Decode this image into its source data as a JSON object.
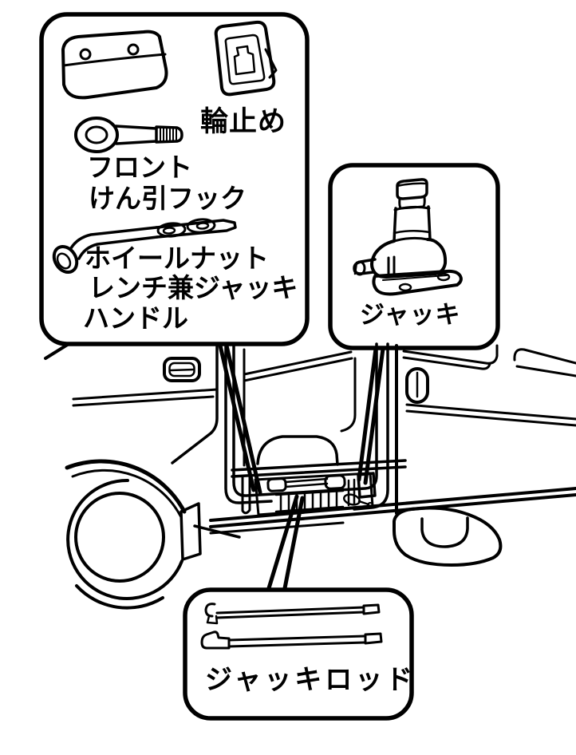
{
  "page": {
    "background_color": "#ffffff",
    "line_color": "#000000"
  },
  "callouts": {
    "tools_box": {
      "chock_label": "輪止め",
      "tow_hook_label_line1": "フロント",
      "tow_hook_label_line2": "けん引フック",
      "wrench_label_line1": "ホイールナット",
      "wrench_label_line2": "レンチ兼ジャッキ",
      "wrench_label_line3": "ハンドル"
    },
    "jack_box": {
      "label": "ジャッキ"
    },
    "rod_box": {
      "label": "ジャッキロッド"
    }
  }
}
